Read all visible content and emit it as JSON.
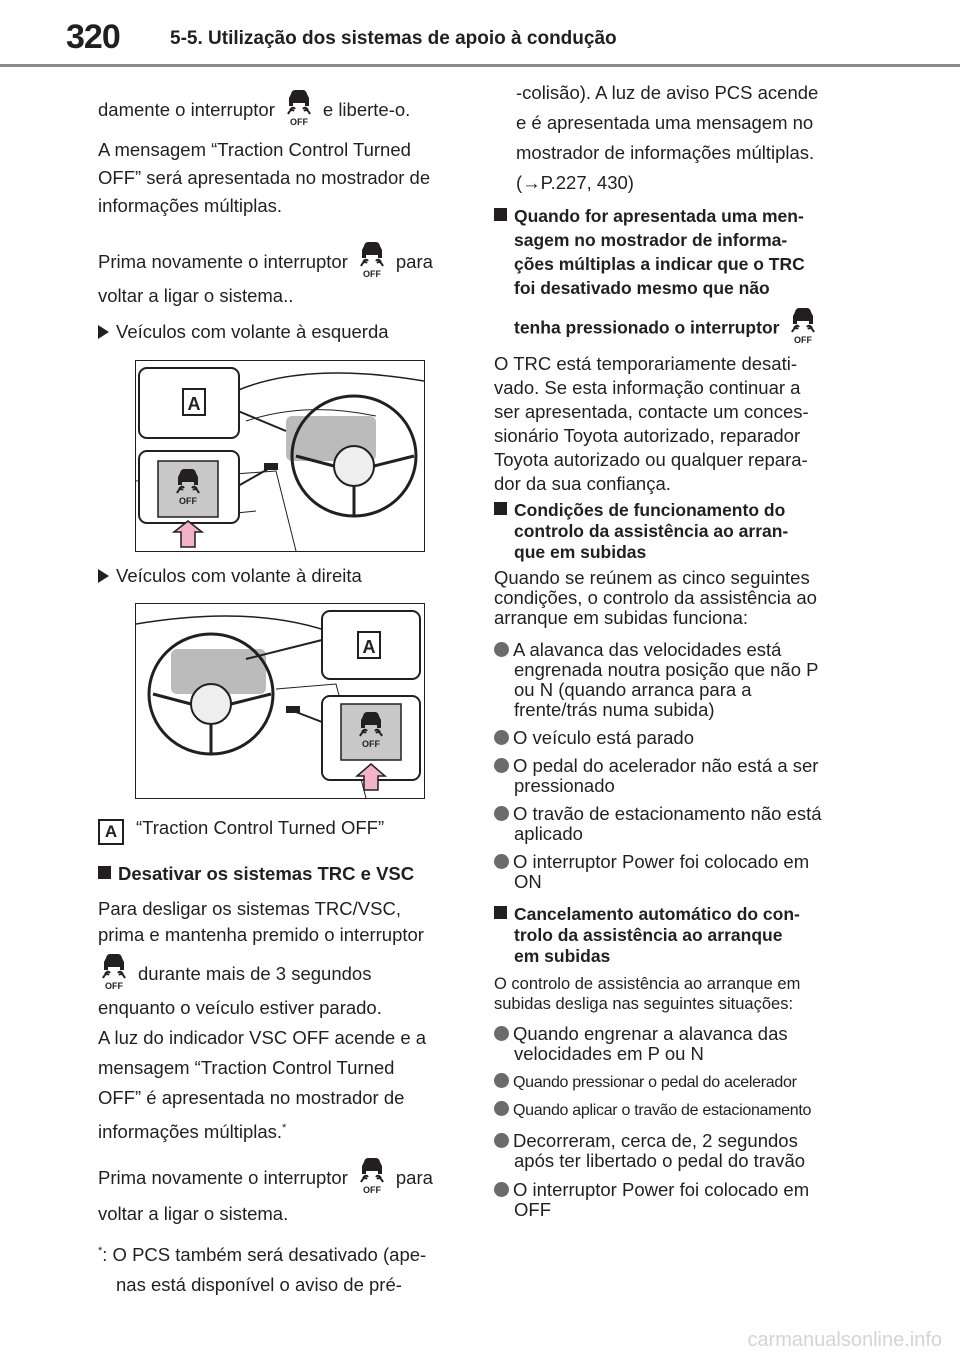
{
  "header": {
    "page_number": "320",
    "section": "5-5. Utilização dos sistemas de apoio à condução"
  },
  "left": {
    "p1_pre": "damente o interruptor",
    "p1_post": "e liberte-o.",
    "p2_l1": "A mensagem “Traction Control Turned",
    "p2_l2": "OFF” será apresentada no mostrador de",
    "p2_l3": "informações múltiplas.",
    "p3_pre": "Prima novamente o interruptor",
    "p3_post": "para",
    "p3_l2": "voltar a ligar o sistema..",
    "lhd_label": "Veículos com volante à esquerda",
    "rhd_label": "Veículos com volante à direita",
    "callout_letter": "A",
    "callout_text": "“Traction Control Turned OFF”",
    "h_disable": "Desativar os sistemas TRC e VSC",
    "d1": "Para desligar os sistemas TRC/VSC,",
    "d2": "prima e mantenha premido o interruptor",
    "d3": "durante mais de 3 segundos",
    "d4": "enquanto o veículo estiver parado.",
    "d5": "A luz do indicador VSC OFF acende e a",
    "d6": "mensagem “Traction Control Turned",
    "d7": "OFF” é apresentada no mostrador de",
    "d8": "informações múltiplas.",
    "d8_sup": "*",
    "d9_pre": "Prima novamente o interruptor",
    "d9_post": "para",
    "d10": "voltar a ligar o sistema.",
    "fn_mark": "*",
    "fn1": ":  O PCS também será desativado (ape-",
    "fn2": "nas está disponível o aviso de pré-"
  },
  "right": {
    "r1": "-colisão). A luz de aviso PCS acende",
    "r2": "e é apresentada uma mensagem no",
    "r3": "mostrador de informações múltiplas.",
    "r4_pre": "(",
    "r4_arrow": "→",
    "r4_post": "P.227, 430)",
    "h1_l1": "Quando for apresentada uma men-",
    "h1_l2": "sagem no mostrador de informa-",
    "h1_l3": "ções múltiplas a indicar que o TRC",
    "h1_l4": "foi desativado mesmo que não",
    "h1_l5": "tenha pressionado o interruptor",
    "t1": "O TRC está temporariamente desati-",
    "t2": "vado. Se esta informação continuar a",
    "t3": "ser apresentada, contacte um conces-",
    "t4": "sionário Toyota autorizado, reparador",
    "t5": "Toyota autorizado ou qualquer repara-",
    "t6": "dor da sua confiança.",
    "h2_l1": "Condições de funcionamento do",
    "h2_l2": "controlo da assistência ao arran-",
    "h2_l3": "que em subidas",
    "c1": "Quando se reúnem as cinco seguintes",
    "c2": "condições, o controlo da assistência ao",
    "c3": "arranque em subidas funciona:",
    "b1_l1": "A alavanca das velocidades está",
    "b1_l2": "engrenada noutra posição que não P",
    "b1_l3": "ou N (quando arranca para a",
    "b1_l4": "frente/trás numa subida)",
    "b2": "O veículo está parado",
    "b3_l1": "O pedal do acelerador não está a ser",
    "b3_l2": "pressionado",
    "b4_l1": "O travão de estacionamento não está",
    "b4_l2": "aplicado",
    "b5_l1": "O interruptor Power foi colocado em",
    "b5_l2": "ON",
    "h3_l1": "Cancelamento automático do con-",
    "h3_l2": "trolo da assistência ao arranque",
    "h3_l3": "em subidas",
    "e1": "O controlo de assistência ao arranque em",
    "e2": "subidas desliga nas seguintes situações:",
    "s1_l1": "Quando engrenar a alavanca das",
    "s1_l2": "velocidades em P ou N",
    "s2": "Quando pressionar o pedal do acelerador",
    "s3": "Quando aplicar o travão de estacionamento",
    "s4_l1": "Decorreram, cerca de, 2 segundos",
    "s4_l2": "após ter libertado o pedal do travão",
    "s5_l1": "O interruptor Power foi colocado em",
    "s5_l2": "OFF"
  },
  "figures": {
    "lhd_callout": "A",
    "rhd_callout": "A",
    "switch_text": "OFF"
  },
  "icons": {
    "trc_off_switch": "trc-off-icon",
    "arrow_color": "#f2b3c6"
  },
  "watermark": "carmanualsonline.info"
}
